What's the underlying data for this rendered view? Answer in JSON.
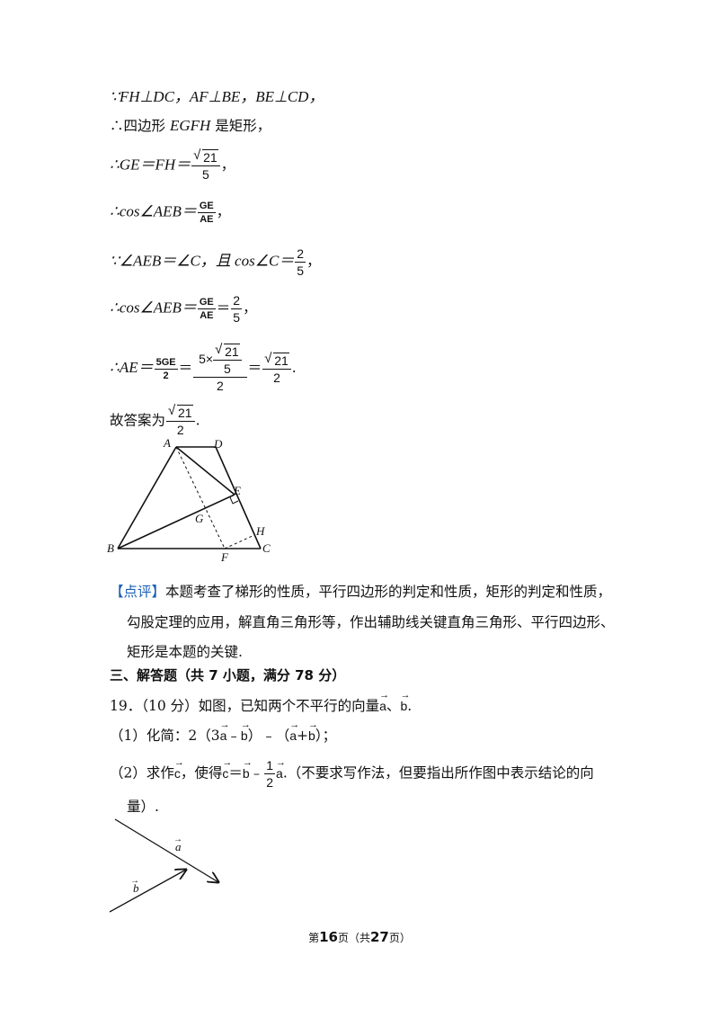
{
  "lines": {
    "l1": "∵FH⊥DC，AF⊥BE，BE⊥CD，",
    "l2_prefix": "∴四边形 ",
    "l2_name": "EGFH",
    "l2_suffix": " 是矩形，",
    "l3_prefix": "∴GE＝FH＝",
    "l3_num": "21",
    "l3_den": "5",
    "l3_suffix": "，",
    "l4_prefix": "∴cos∠AEB＝",
    "l4_num": "GE",
    "l4_den": "AE",
    "l4_suffix": "，",
    "l5_prefix": "∵∠AEB＝∠C，且 cos∠C＝",
    "l5_num": "2",
    "l5_den": "5",
    "l5_suffix": "，",
    "l6_prefix": "∴cos∠AEB＝",
    "l6_num1": "GE",
    "l6_den1": "AE",
    "l6_eq": "＝",
    "l6_num2": "2",
    "l6_den2": "5",
    "l6_suffix": "，",
    "l7_prefix": "∴AE＝",
    "l7_num1": "5GE",
    "l7_den1": "2",
    "l7_eq1": "＝",
    "l7_num2a": "5×",
    "l7_num2_sqrt": "21",
    "l7_num2_den": "5",
    "l7_den2": "2",
    "l7_eq2": "＝",
    "l7_num3": "21",
    "l7_den3": "2",
    "l7_suffix": ".",
    "l8_prefix": "故答案为",
    "l8_num": "21",
    "l8_den": "2",
    "l8_suffix": "."
  },
  "figure1": {
    "labels": {
      "A": "A",
      "D": "D",
      "E": "E",
      "G": "G",
      "H": "H",
      "B": "B",
      "F": "F",
      "C": "C"
    }
  },
  "comment": {
    "label": "【点评】",
    "text1": "本题考查了梯形的性质，平行四边形的判定和性质，矩形的判定和性质，",
    "text2": "勾股定理的应用，解直角三角形等，作出辅助线关键直角三角形、平行四边形、",
    "text3": "矩形是本题的关键."
  },
  "section": {
    "heading": "三、解答题（共 7 小题，满分 78 分）"
  },
  "q19": {
    "intro": "19．（10 分）如图，已知两个不平行的向量",
    "vec_a": "a",
    "sep": "、",
    "vec_b": "b",
    "end": ".",
    "p1_prefix": "（1）化简：2（3",
    "p1_mid": "﹣",
    "p1_close": "）﹣（",
    "p1_plus": "+",
    "p1_end": "）；",
    "p2_prefix": "（2）求作",
    "p2_c": "c",
    "p2_mid": "，使得",
    "p2_eq": "＝",
    "p2_minus": "﹣",
    "p2_half_num": "1",
    "p2_half_den": "2",
    "p2_text": ".（不要求写作法，但要指出所作图中表示结论的向",
    "p2_cont": "量）."
  },
  "figure2": {
    "label_a": "a",
    "label_b": "b"
  },
  "footer": {
    "prefix": "第",
    "page": "16",
    "mid": "页（共",
    "total": "27",
    "suffix": "页）"
  }
}
